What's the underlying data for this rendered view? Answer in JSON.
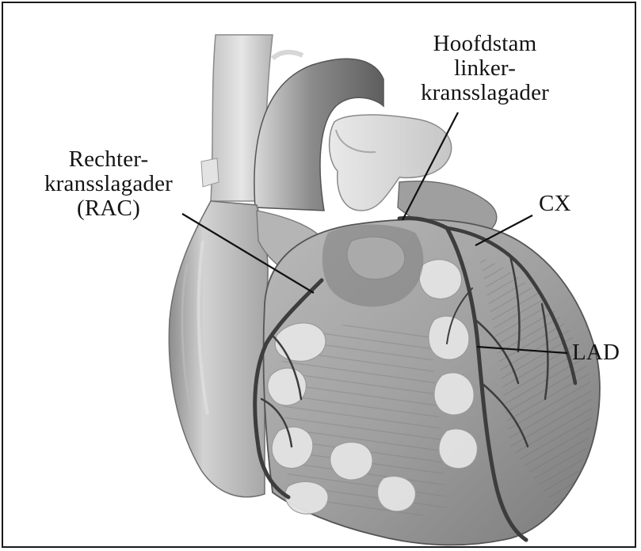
{
  "labels": {
    "main_stem": [
      "Hoofdstam",
      "linker-",
      "kransslagader"
    ],
    "rac": [
      "Rechter-",
      "kransslagader",
      "(RAC)"
    ],
    "cx": "CX",
    "lad": "LAD"
  }
}
